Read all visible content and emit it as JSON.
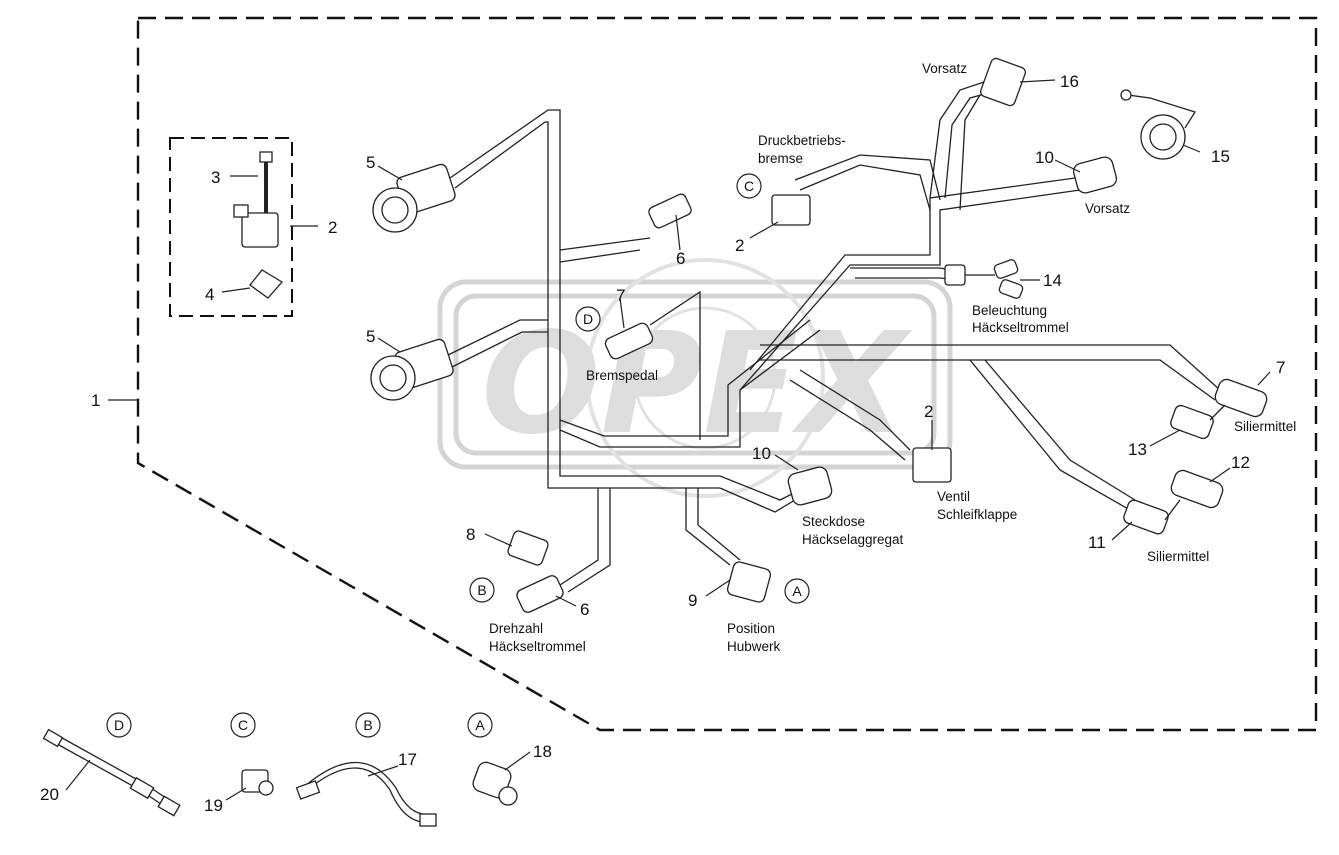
{
  "watermark": {
    "text": "OPEX"
  },
  "callouts": {
    "c1": "1",
    "c2a": "2",
    "c2b": "2",
    "c2c": "2",
    "c3": "3",
    "c4": "4",
    "c5a": "5",
    "c5b": "5",
    "c6a": "6",
    "c6b": "6",
    "c7a": "7",
    "c7b": "7",
    "c8": "8",
    "c9": "9",
    "c10a": "10",
    "c10b": "10",
    "c11": "11",
    "c12": "12",
    "c13": "13",
    "c14": "14",
    "c15": "15",
    "c16": "16",
    "c17": "17",
    "c18": "18",
    "c19": "19",
    "c20": "20"
  },
  "labels": {
    "vorsatz_top": "Vorsatz",
    "druck_1": "Druckbetriebs-",
    "druck_2": "bremse",
    "vorsatz_right": "Vorsatz",
    "beleuchtung_1": "Beleuchtung",
    "beleuchtung_2": "Häckseltrommel",
    "bremspedal": "Bremspedal",
    "siliermittel_1": "Siliermittel",
    "siliermittel_2": "Siliermittel",
    "ventil_1": "Ventil",
    "ventil_2": "Schleifklappe",
    "steckdose_1": "Steckdose",
    "steckdose_2": "Häckselaggregat",
    "drehzahl_1": "Drehzahl",
    "drehzahl_2": "Häckseltrommel",
    "position_1": "Position",
    "position_2": "Hubwerk"
  },
  "markers": {
    "C_main": "C",
    "D_main": "D",
    "B_main": "B",
    "A_main": "A",
    "D_bottom": "D",
    "C_bottom": "C",
    "B_bottom": "B",
    "A_bottom": "A"
  }
}
